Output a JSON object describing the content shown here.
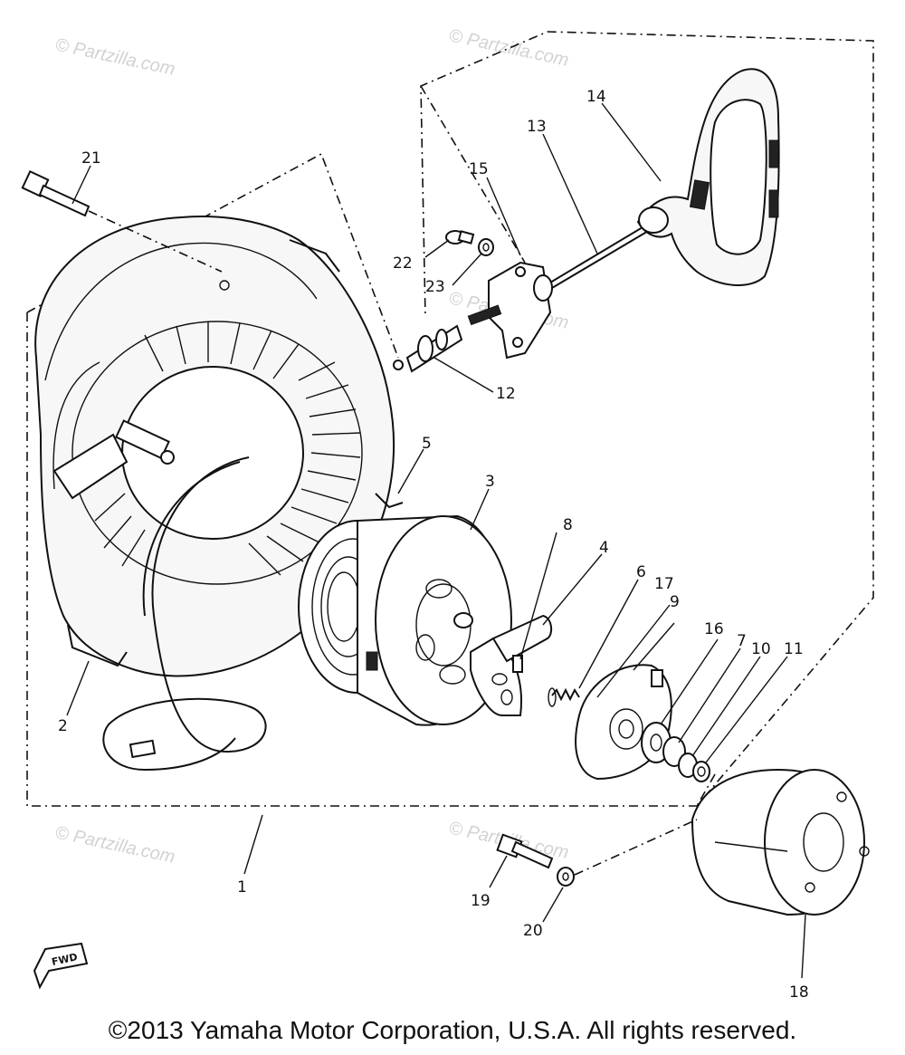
{
  "diagram": {
    "callouts": [
      "1",
      "2",
      "3",
      "4",
      "5",
      "6",
      "7",
      "8",
      "9",
      "10",
      "11",
      "12",
      "13",
      "14",
      "15",
      "16",
      "17",
      "18",
      "19",
      "20",
      "21",
      "22",
      "23"
    ],
    "watermark": "© Partzilla.com",
    "watermark_center": "© Partzilla.com",
    "fwd_label": "FWD"
  },
  "footer": {
    "copyright": "©2013 Yamaha Motor Corporation, U.S.A. All rights reserved."
  }
}
